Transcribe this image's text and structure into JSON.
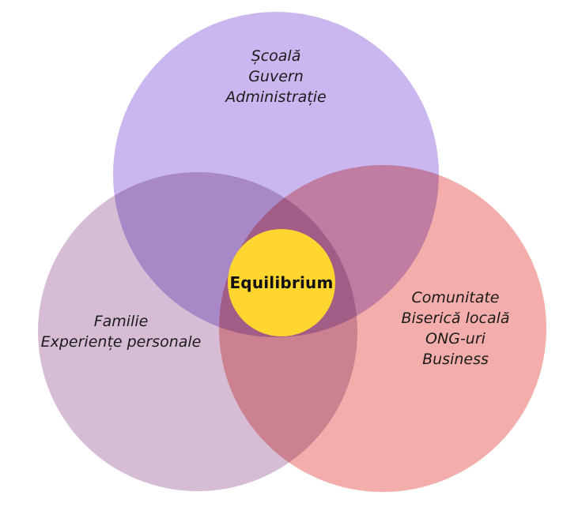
{
  "diagram": {
    "type": "venn",
    "background_color": "#FFFFFF",
    "label_text_color": "#1B1B1B",
    "overlap_blend": "multiply",
    "center": {
      "label": "Equilibrium",
      "color": "#FFD52F",
      "text_color": "#111111"
    },
    "circles": [
      {
        "id": "institutions",
        "position": "top",
        "color": "#CAB7EF",
        "lines": [
          "Școală",
          "Guvern",
          "Administrație"
        ]
      },
      {
        "id": "family",
        "position": "bottom-left",
        "color": "#D6BDD5",
        "lines": [
          "Familie",
          "Experiențe personale"
        ]
      },
      {
        "id": "community",
        "position": "bottom-right",
        "color": "#F3AEAC",
        "lines": [
          "Comunitate",
          "Biserică locală",
          "ONG-uri",
          "Business"
        ]
      }
    ]
  }
}
